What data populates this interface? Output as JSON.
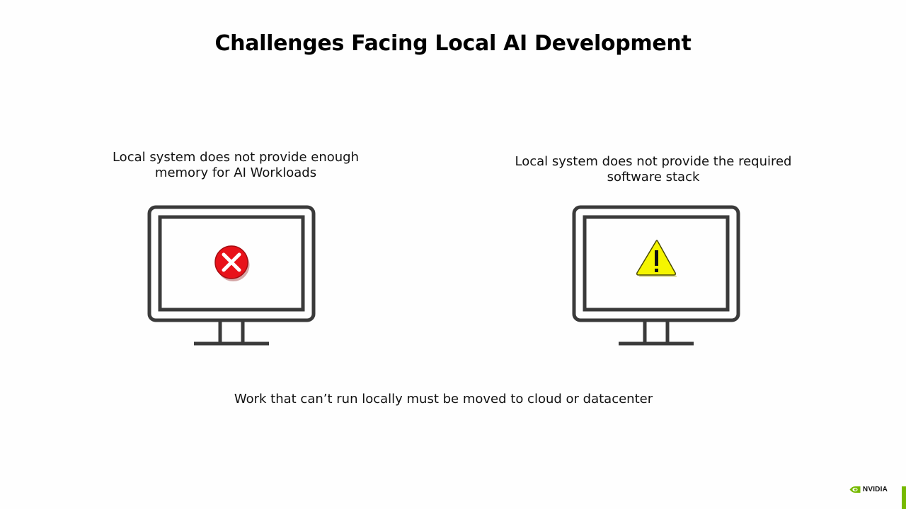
{
  "slide": {
    "title": "Challenges Facing Local AI Development",
    "left_panel": {
      "caption_line1": "Local system does not provide enough",
      "caption_line2": "memory for AI Workloads",
      "status_icon": "error-x-icon",
      "status_color": "#e8121a"
    },
    "right_panel": {
      "caption_line1": "Local system does not provide the required",
      "caption_line2": "software stack",
      "status_icon": "warning-triangle-icon",
      "status_color": "#f5f500"
    },
    "footer_note": "Work that can’t run locally must be moved to cloud or datacenter"
  },
  "brand": {
    "name": "NVIDIA",
    "accent_color": "#76b900",
    "logo_icon": "nvidia-eye-icon"
  },
  "colors": {
    "monitor_stroke": "#3a3a3a",
    "background": "#fefefe"
  }
}
